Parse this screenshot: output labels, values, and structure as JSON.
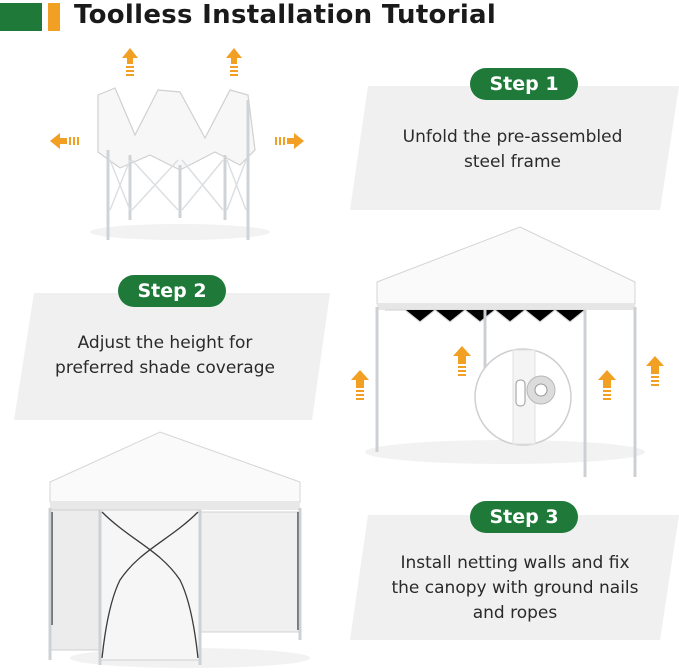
{
  "title": "Toolless Installation Tutorial",
  "colors": {
    "brand_green": "#1f7a3a",
    "accent_orange": "#f2a024",
    "panel_gray": "#f0f0f0"
  },
  "steps": [
    {
      "label": "Step 1",
      "text_lines": [
        "Unfold the pre-assembled",
        "steel frame"
      ]
    },
    {
      "label": "Step 2",
      "text_lines": [
        "Adjust the height for",
        "preferred shade coverage"
      ]
    },
    {
      "label": "Step 3",
      "text_lines": [
        "Install netting walls and fix",
        "the canopy with ground nails",
        "and ropes"
      ]
    }
  ],
  "icons": [
    "up-arrow-icon",
    "left-arrow-icon",
    "right-arrow-icon"
  ]
}
